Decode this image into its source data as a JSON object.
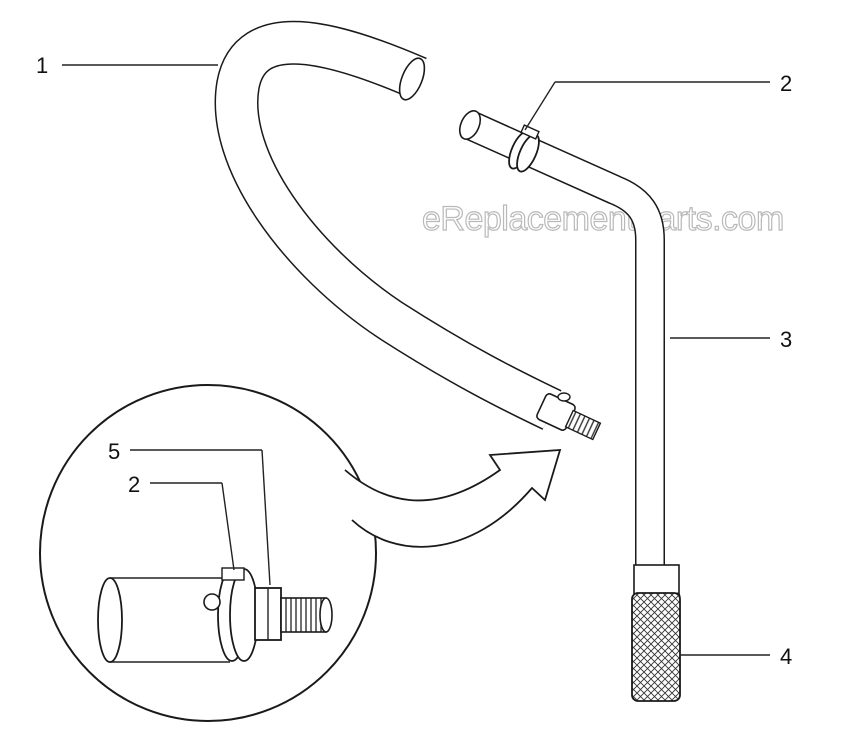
{
  "watermark": "eReplacementParts.com",
  "callouts": [
    {
      "id": "callout-1",
      "label": "1"
    },
    {
      "id": "callout-2-top",
      "label": "2"
    },
    {
      "id": "callout-3",
      "label": "3"
    },
    {
      "id": "callout-4",
      "label": "4"
    },
    {
      "id": "callout-5-detail",
      "label": "5"
    },
    {
      "id": "callout-2-detail",
      "label": "2"
    }
  ]
}
